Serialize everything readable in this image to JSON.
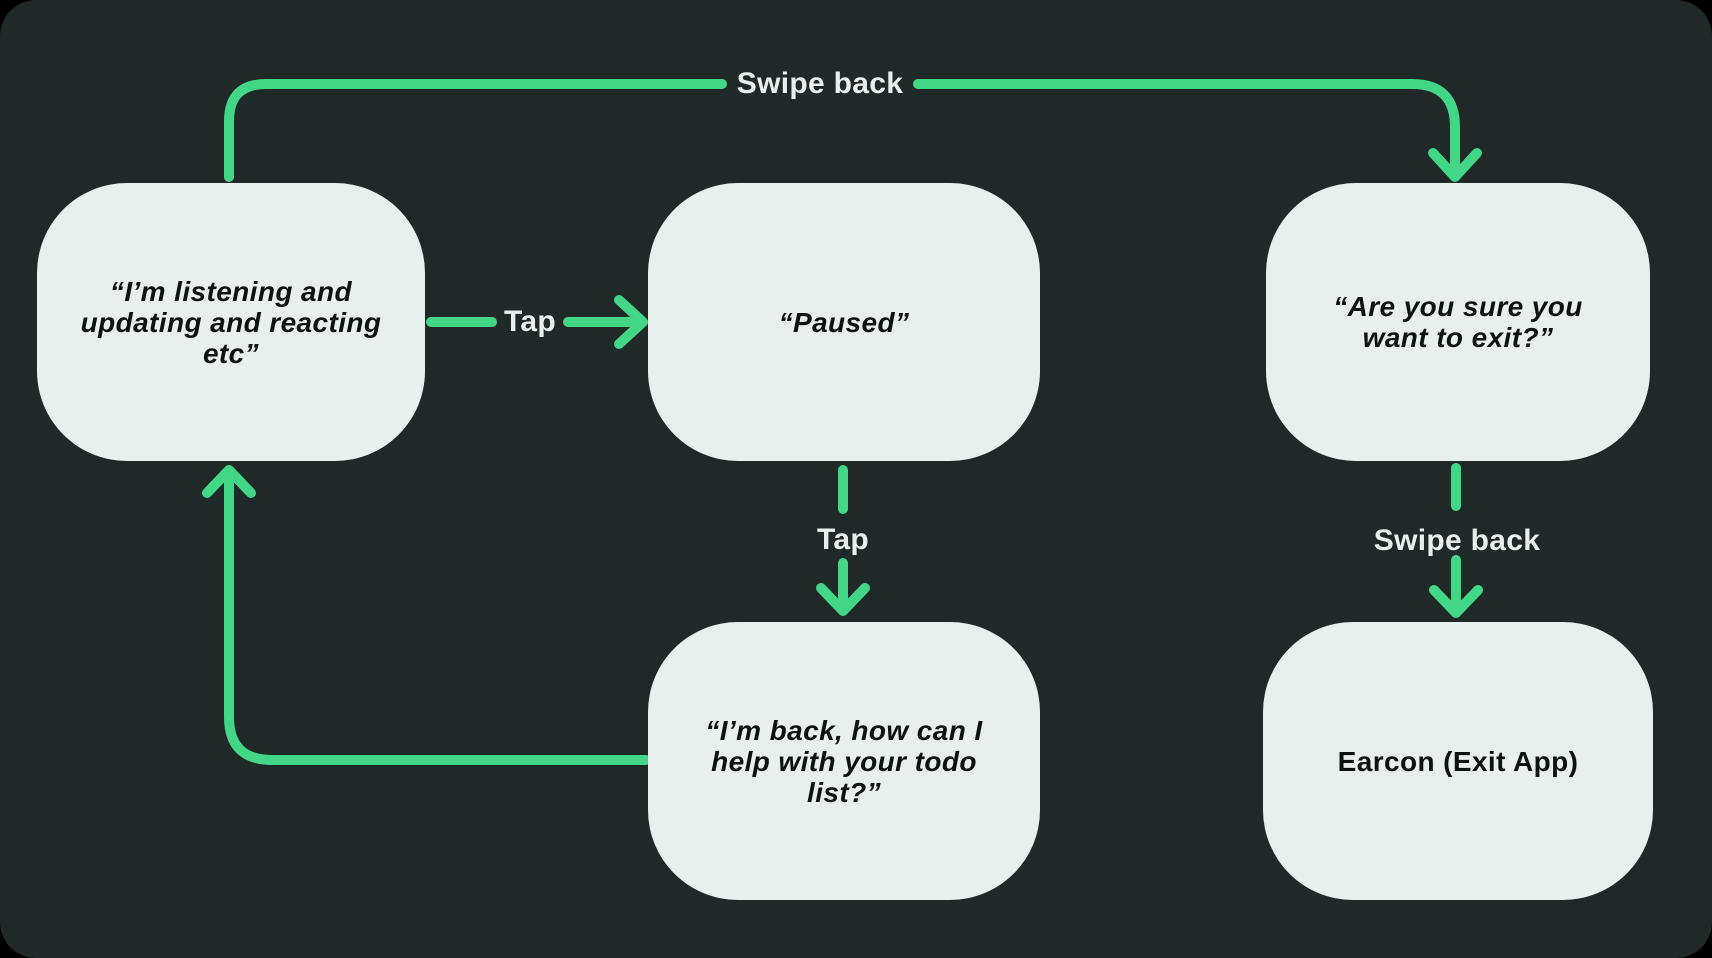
{
  "diagram": {
    "type": "flowchart",
    "nodes": {
      "listening": {
        "lines": [
          "“I’m listening and",
          "updating and reacting",
          "etc”"
        ]
      },
      "paused": {
        "lines": [
          "“Paused”"
        ]
      },
      "exit_confirm": {
        "lines": [
          "“Are you sure you",
          "want to exit?”"
        ]
      },
      "back_greeting": {
        "lines": [
          "“I’m back, how can I",
          "help with your todo",
          "list?”"
        ]
      },
      "earcon_exit": {
        "lines": [
          "Earcon (Exit App)"
        ]
      }
    },
    "edges": [
      {
        "from": "listening",
        "to": "exit_confirm",
        "label": "Swipe back"
      },
      {
        "from": "listening",
        "to": "paused",
        "label": "Tap"
      },
      {
        "from": "paused",
        "to": "back_greeting",
        "label": "Tap"
      },
      {
        "from": "back_greeting",
        "to": "listening",
        "label": ""
      },
      {
        "from": "exit_confirm",
        "to": "earcon_exit",
        "label": "Swipe back"
      }
    ]
  },
  "colors": {
    "bg": "#000000",
    "panel": "#1f2927",
    "node-fill": "#e8f0ed",
    "node-text": "#0c1311",
    "label-text": "#e9efec",
    "accent": "#42d787"
  }
}
